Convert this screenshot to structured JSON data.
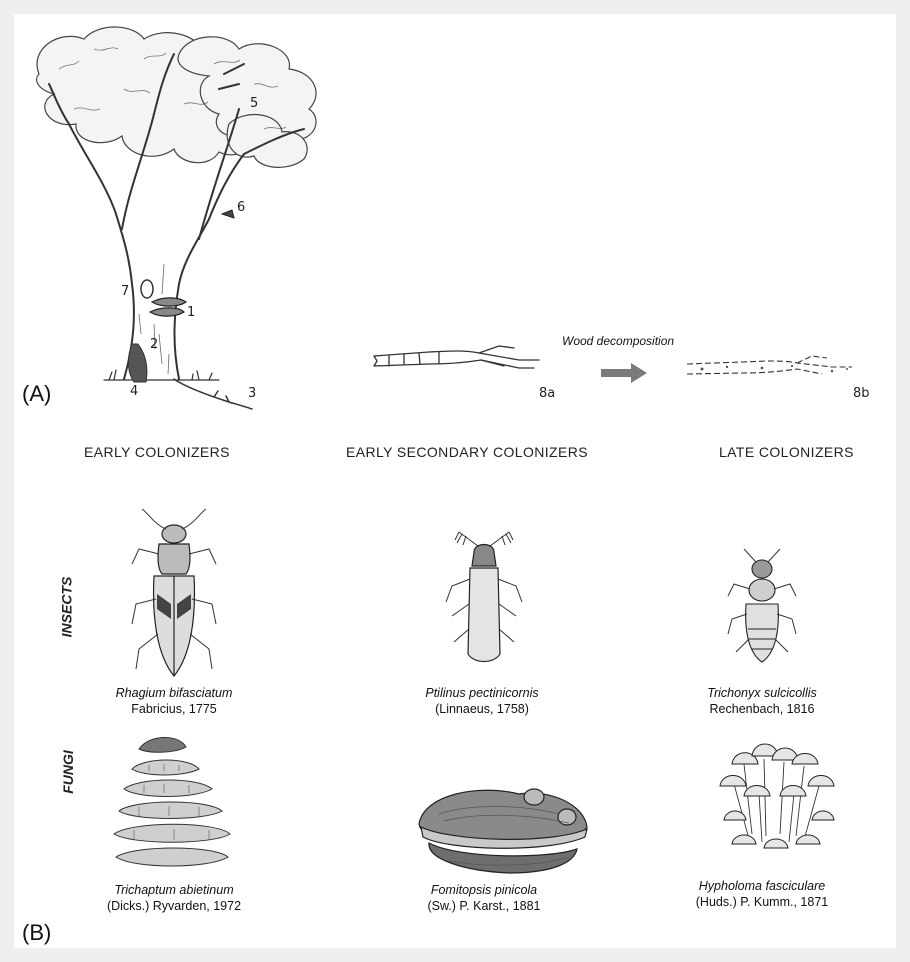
{
  "panel_a": {
    "letter": "(A)",
    "tree_labels": [
      "1",
      "2",
      "3",
      "4",
      "5",
      "6",
      "7"
    ],
    "branch_a_label": "8a",
    "branch_b_label": "8b",
    "process_label": "Wood decomposition"
  },
  "columns": {
    "early": "EARLY COLONIZERS",
    "secondary": "EARLY SECONDARY COLONIZERS",
    "late": "LATE COLONIZERS"
  },
  "panel_b": {
    "letter": "(B)",
    "row_insects": "INSECTS",
    "row_fungi": "FUNGI",
    "insects": [
      {
        "species": "Rhagium bifasciatum",
        "authority": "Fabricius, 1775"
      },
      {
        "species": "Ptilinus pectinicornis",
        "authority": "(Linnaeus, 1758)"
      },
      {
        "species": "Trichonyx sulcicollis",
        "authority": "Rechenbach, 1816"
      }
    ],
    "fungi": [
      {
        "species": "Trichaptum abietinum",
        "authority": "(Dicks.) Ryvarden, 1972"
      },
      {
        "species": "Fomitopsis pinicola",
        "authority": "(Sw.) P. Karst., 1881"
      },
      {
        "species": "Hypholoma fasciculare",
        "authority": "(Huds.) P. Kumm., 1871"
      }
    ]
  },
  "colors": {
    "background": "#efefef",
    "card": "#ffffff",
    "ink": "#333333",
    "arrow": "#7a7a7a"
  }
}
